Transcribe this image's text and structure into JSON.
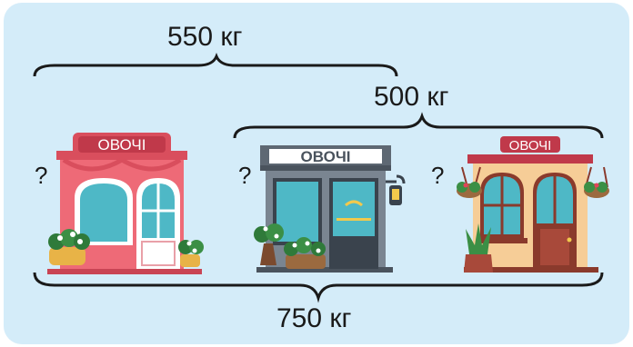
{
  "labels": {
    "top": "550 кг",
    "middle": "500 кг",
    "bottom": "750 кг"
  },
  "shops": [
    {
      "sign": "ОВОЧІ",
      "question": "?"
    },
    {
      "sign": "ОВОЧІ",
      "question": "?"
    },
    {
      "sign": "ОВОЧІ",
      "question": "?"
    }
  ]
}
